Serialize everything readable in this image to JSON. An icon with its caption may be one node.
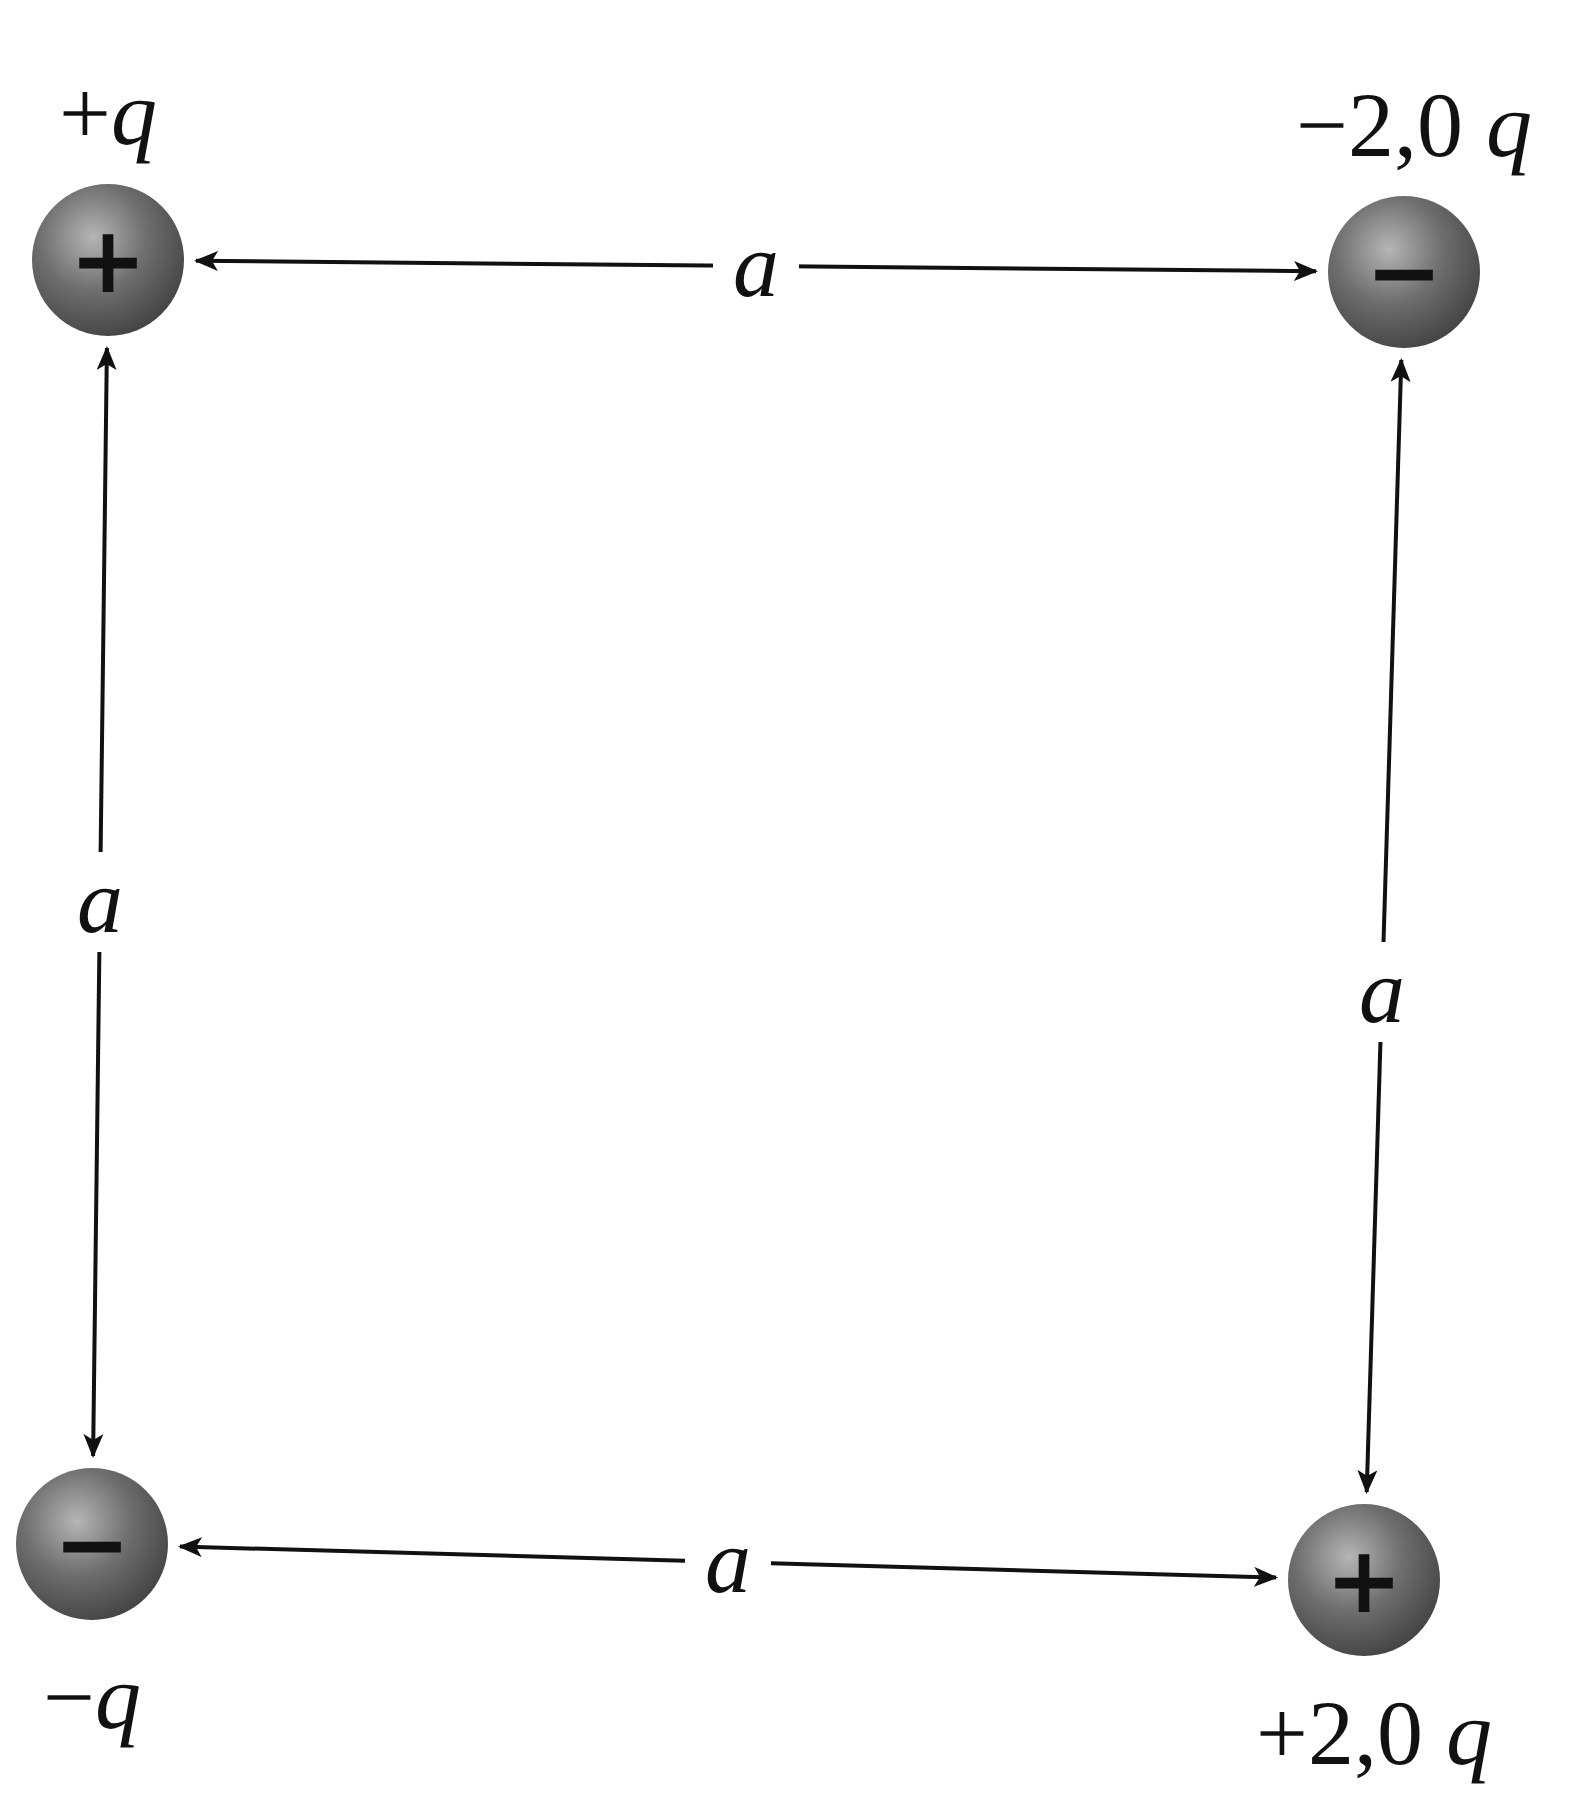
{
  "diagram": {
    "nodes": [
      {
        "text": [
          "+"
        ],
        "beside": [
          "+*q*"
        ]
      },
      {
        "text": [
          "−"
        ],
        "beside": [
          "−2,0 *q*"
        ]
      },
      {
        "text": [
          "−"
        ],
        "beside": [
          "−*q*"
        ]
      },
      {
        "text": [
          "+"
        ],
        "beside": [
          "+2,0 *q*"
        ]
      }
    ],
    "edges": [
      {
        "from": 0,
        "to": 1,
        "arrow": "both",
        "label": "a"
      },
      {
        "from": 0,
        "to": 2,
        "arrow": "both",
        "label": "a"
      },
      {
        "from": 1,
        "to": 3,
        "arrow": "both",
        "label": "a"
      },
      {
        "from": 2,
        "to": 3,
        "arrow": "both",
        "label": "a"
      }
    ]
  }
}
